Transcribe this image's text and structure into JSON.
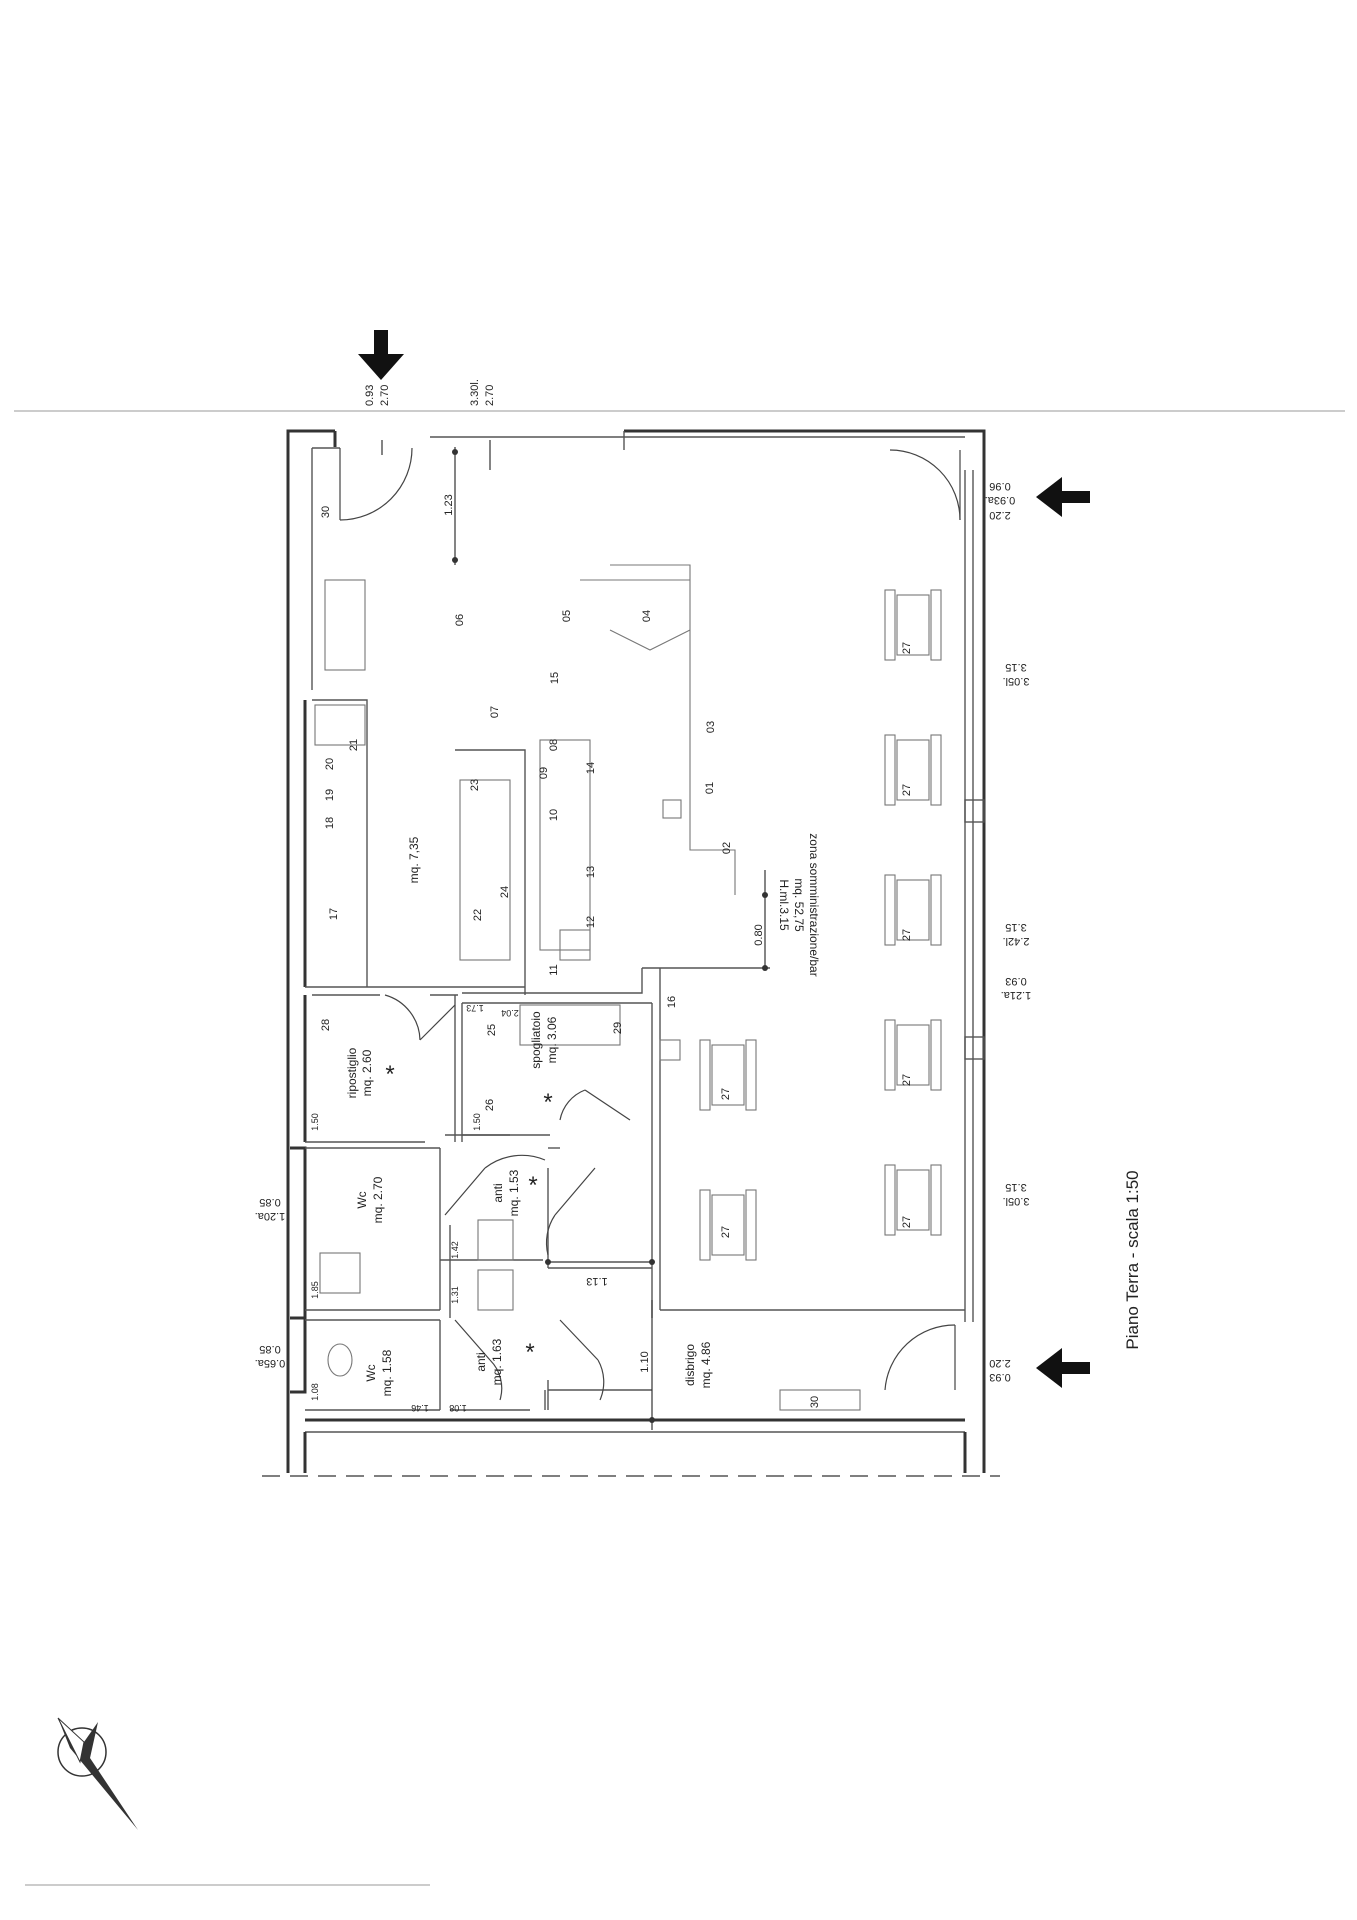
{
  "title": "Piano Terra - scala 1:50",
  "rooms": {
    "bar": {
      "name": "zona somministrazione/bar",
      "area": "mq. 52,75",
      "height": "H.ml.3.15"
    },
    "kitchen": {
      "area": "mq. 7,35"
    },
    "ripostiglio": {
      "name": "ripostiglio",
      "area": "mq. 2.60"
    },
    "spogliatoio": {
      "name": "spogliatoio",
      "area": "mq. 3.06"
    },
    "wc_upper": {
      "name": "Wc",
      "area": "mq. 2.70"
    },
    "anti_upper": {
      "name": "anti",
      "area": "mq. 1.53"
    },
    "wc_lower": {
      "name": "Wc",
      "area": "mq. 1.58"
    },
    "anti_lower": {
      "name": "anti",
      "area": "mq. 1.63"
    },
    "disbrigo": {
      "name": "disbrigo",
      "area": "mq. 4.86"
    }
  },
  "star": "*",
  "item_numbers": {
    "n01": "01",
    "n02": "02",
    "n03": "03",
    "n04": "04",
    "n05": "05",
    "n06": "06",
    "n07": "07",
    "n08": "08",
    "n09": "09",
    "n10": "10",
    "n11": "11",
    "n12": "12",
    "n13": "13",
    "n14": "14",
    "n15": "15",
    "n16": "16",
    "n17": "17",
    "n18": "18",
    "n19": "19",
    "n20": "20",
    "n21": "21",
    "n22": "22",
    "n23": "23",
    "n24": "24",
    "n25": "25",
    "n26": "26",
    "n27": "27",
    "n28": "28",
    "n29": "29",
    "n30": "30"
  },
  "dimensions": {
    "top_left_a": "0.93",
    "top_left_b": "2.70",
    "top_mid_a": "3.30l.",
    "top_mid_b": "2.70",
    "d123": "1.23",
    "right_top_a": "0.93a.",
    "right_top_b": "0.96",
    "right_top_c": "2.20",
    "w1_a": "3.05l.",
    "w1_b": "3.15",
    "w2_a": "2.42l.",
    "w2_b": "3.15",
    "w3_a": "1.21a.",
    "w3_b": "0.93",
    "w4_a": "3.05l.",
    "w4_b": "3.15",
    "right_bot_a": "0.93",
    "right_bot_b": "2.20",
    "left_a": "1.20a.",
    "left_b": "0.85",
    "left2_a": "0.65a.",
    "left2_b": "0.85",
    "d080": "0.80",
    "d113": "1.13",
    "d110": "1.10",
    "d150a": "1.50",
    "d150b": "1.50",
    "d173": "1.73",
    "d204": "2.04",
    "d142": "1.42",
    "d131": "1.31",
    "d185": "1.85",
    "d108a": "1.08",
    "d146": "1.46",
    "d108b": "1.08"
  }
}
